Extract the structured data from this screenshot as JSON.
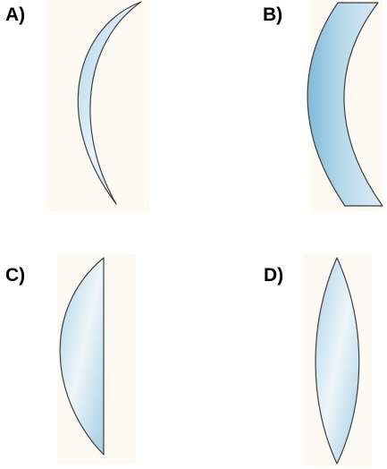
{
  "options": [
    {
      "id": "A",
      "label": "A)",
      "lens_type": "concave-convex-meniscus"
    },
    {
      "id": "B",
      "label": "B)",
      "lens_type": "concave-meniscus"
    },
    {
      "id": "C",
      "label": "C)",
      "lens_type": "plano-convex"
    },
    {
      "id": "D",
      "label": "D)",
      "lens_type": "biconvex"
    }
  ],
  "colors": {
    "lens_fill": "#a9d2e6",
    "lens_highlight": "#eef6fa",
    "lens_stroke": "#3f3f3f",
    "panel_background": "#fcfaf3",
    "label_text": "#000000"
  }
}
